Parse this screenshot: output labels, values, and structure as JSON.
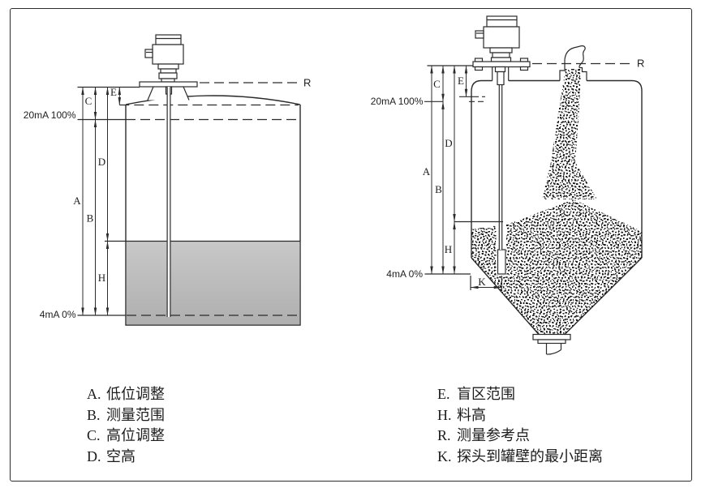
{
  "colors": {
    "line": "#2b2b2b",
    "liquid_top": "#c8c8c8",
    "liquid_bottom": "#afafaf",
    "material_dots": "#1c1c1c",
    "background": "#ffffff"
  },
  "diagram_left": {
    "ref_label": "R",
    "level_100_label": "20mA 100%",
    "level_0_label": "4mA 0%",
    "dim_a": "A",
    "dim_b": "B",
    "dim_c": "C",
    "dim_d": "D",
    "dim_e": "E",
    "dim_h": "H"
  },
  "diagram_right": {
    "ref_label": "R",
    "level_100_label": "20mA 100%",
    "level_0_label": "4mA 0%",
    "dim_a": "A",
    "dim_b": "B",
    "dim_c": "C",
    "dim_d": "D",
    "dim_e": "E",
    "dim_h": "H",
    "dim_k": "K"
  },
  "legend": {
    "left": [
      {
        "key": "A.",
        "label": "低位调整"
      },
      {
        "key": "B.",
        "label": "测量范围"
      },
      {
        "key": "C.",
        "label": "高位调整"
      },
      {
        "key": "D.",
        "label": "空高"
      }
    ],
    "right": [
      {
        "key": "E.",
        "label": "盲区范围"
      },
      {
        "key": "H.",
        "label": "料高"
      },
      {
        "key": "R.",
        "label": "测量参考点"
      },
      {
        "key": "K.",
        "label": "探头到罐壁的最小距离"
      }
    ]
  }
}
